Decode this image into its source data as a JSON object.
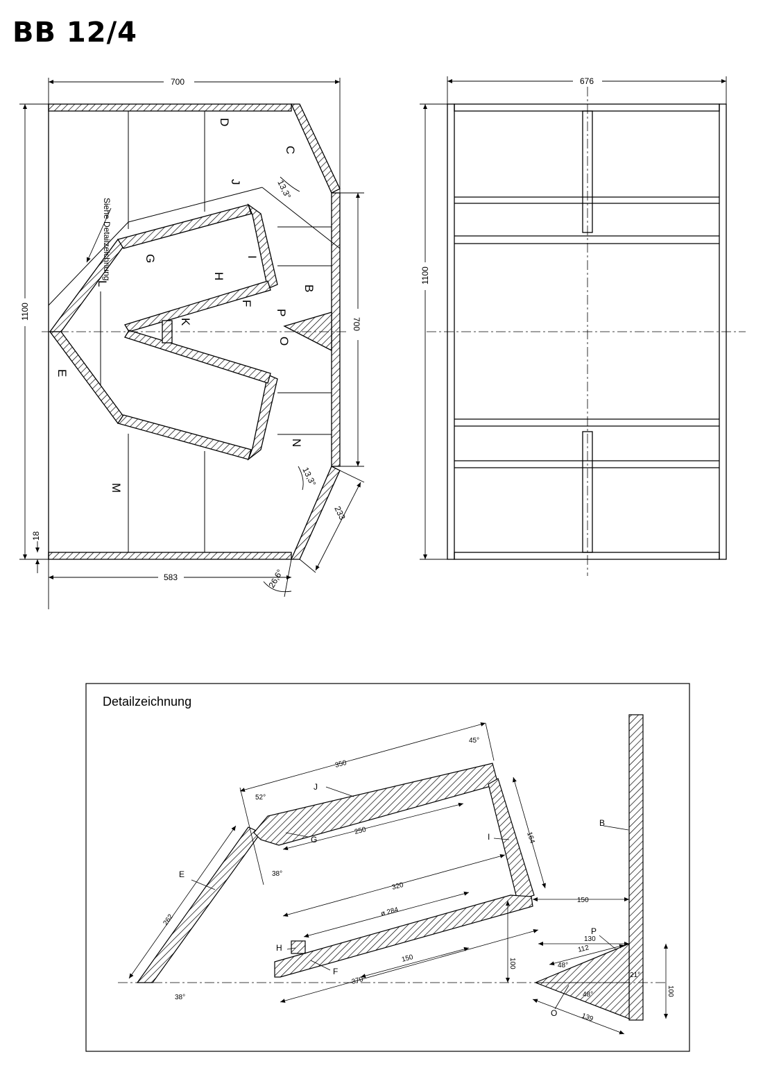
{
  "title": "BB 12/4",
  "plan": {
    "dims": {
      "width_top": "700",
      "height_left": "1100",
      "inner_right": "700",
      "bottom": "583",
      "thickness": "18",
      "diag": "233"
    },
    "angles": {
      "a1": "13,3°",
      "a2": "13,3°",
      "a3": "26,6°"
    },
    "note": "Siehe Detailzeichnung",
    "labels": {
      "B": "B",
      "C": "C",
      "D": "D",
      "E": "E",
      "F": "F",
      "G": "G",
      "H": "H",
      "I": "I",
      "J": "J",
      "K": "K",
      "L": "L",
      "M": "M",
      "N": "N",
      "O": "O",
      "P": "P"
    }
  },
  "side": {
    "dims": {
      "width": "676",
      "height": "1100"
    }
  },
  "detail": {
    "title": "Detailzeichnung",
    "dims": {
      "d350": "350",
      "d250": "250",
      "d164": "164",
      "d320": "320",
      "d284": "ø 284",
      "d150a": "150",
      "d370": "370",
      "d100a": "100",
      "d150b": "150",
      "d130": "130",
      "d112": "112",
      "d100b": "100",
      "d139": "139",
      "d262": "262"
    },
    "angles": {
      "a45": "45°",
      "a52": "52°",
      "a38a": "38°",
      "a38b": "38°",
      "a48a": "48°",
      "a48b": "48°",
      "a21": "21°"
    },
    "labels": {
      "B": "B",
      "E": "E",
      "F": "F",
      "G": "G",
      "H": "H",
      "I": "I",
      "J": "J",
      "O": "O",
      "P": "P"
    }
  }
}
